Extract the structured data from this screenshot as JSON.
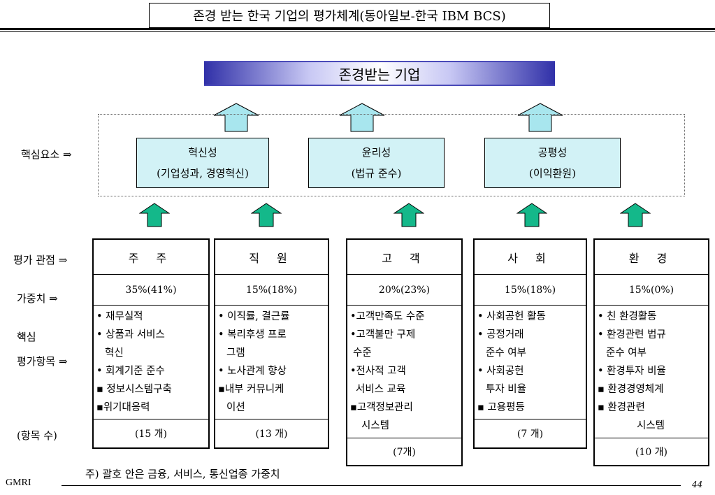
{
  "header": {
    "title": "존경 받는 한국 기업의 평가체계(동아일보-한국 IBM BCS)"
  },
  "banner": {
    "label": "존경받는 기업"
  },
  "rows": {
    "core_elements": "핵심요소  ⇒",
    "perspective": "평가 관점  ⇒",
    "weight": "가중치    ⇒",
    "items_line1": "핵심",
    "items_line2": "평가항목  ⇒",
    "count": "(항목 수)"
  },
  "core": [
    {
      "name": "혁신성",
      "detail": "(기업성과, 경영혁신)"
    },
    {
      "name": "윤리성",
      "detail": "(법규 준수)"
    },
    {
      "name": "공평성",
      "detail": "(이익환원)"
    }
  ],
  "columns": [
    {
      "header": "주 주",
      "weight": "35%(41%)",
      "items": [
        "• 재무실적",
        "• 상품과 서비스",
        "  혁신",
        "• 회계기준 준수",
        "▪ 정보시스템구축",
        "▪위기대응력"
      ],
      "count": "(15 개)"
    },
    {
      "header": "직 원",
      "weight": "15%(18%)",
      "items": [
        "• 이직률, 결근률",
        "• 복리후생 프로",
        "  그램",
        "• 노사관계 향상",
        "▪내부 커뮤니케",
        "  이션"
      ],
      "count": "(13 개)"
    },
    {
      "header": "고 객",
      "weight": "20%(23%)",
      "items": [
        "•고객만족도 수준",
        "•고객불만 구제",
        " 수준",
        "•전사적 고객",
        "  서비스 교육",
        "▪고객정보관리",
        "  시스템"
      ],
      "count": "(7개)"
    },
    {
      "header": "사 회",
      "weight": "15%(18%)",
      "items": [
        "• 사회공헌 활동",
        "• 공정거래",
        "  준수 여부",
        "• 사회공헌",
        "  투자 비율",
        "▪ 고용평등"
      ],
      "count": "(7 개)"
    },
    {
      "header": "환 경",
      "weight": "15%(0%)",
      "items": [
        "• 친 환경활동",
        "• 환경관련 법규",
        "  준수 여부",
        "• 환경투자 비율",
        "▪ 환경경영체계",
        "▪ 환경관련",
        "        시스템"
      ],
      "count": "(10 개)"
    }
  ],
  "footer": {
    "note": "주) 괄호 안은 금융, 서비스, 통신업종 가중치",
    "org": "GMRI",
    "page": "44"
  },
  "colors": {
    "core_box_fill": "#d2f2f6",
    "big_arrow_fill": "#a8e6ee",
    "small_arrow_fill": "#14b88a",
    "banner_edge": "#3030a8"
  }
}
